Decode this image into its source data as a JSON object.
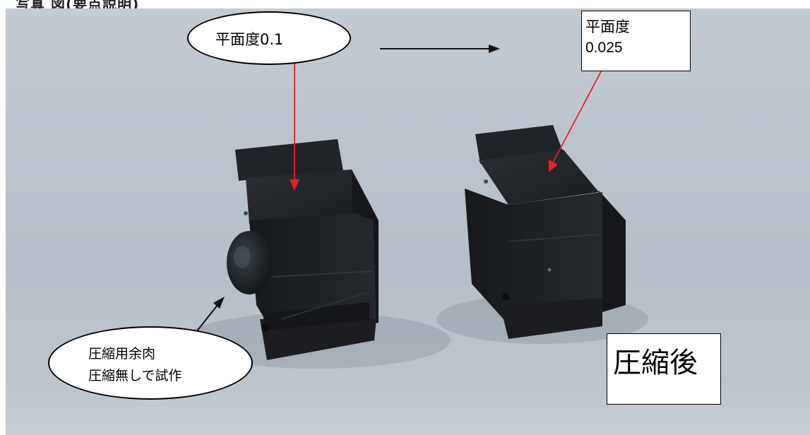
{
  "header": {
    "title": "写真 図(要点説明)"
  },
  "photo": {
    "subject": "two black machined parts on a grey surface"
  },
  "callouts": {
    "flatness_before": "平面度0.1",
    "flatness_after_line1": "平面度",
    "flatness_after_line2": "0.025",
    "note_line1": "圧縮用余肉",
    "note_line2": "圧縮無しで試作",
    "after_compression": "圧縮後"
  },
  "colors": {
    "arrow_red": "#e8202a",
    "arrow_black": "#111111",
    "part_black": "#1d2024",
    "background_grey": "#b7bfc8"
  }
}
